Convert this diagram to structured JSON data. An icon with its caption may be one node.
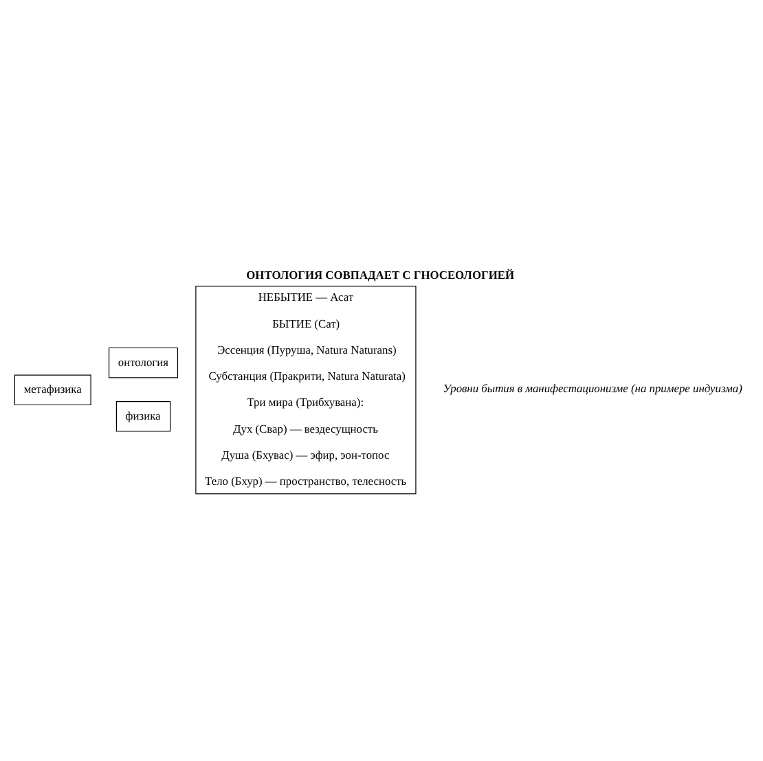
{
  "diagram": {
    "title": "ОНТОЛОГИЯ СОВПАДАЕТ С ГНОСЕОЛОГИЕЙ",
    "caption": "Уровни бытия в манифестационизме (на примере индуизма)",
    "nodes": [
      {
        "text": [
          "метафизика"
        ]
      },
      {
        "text": [
          "онтология"
        ]
      },
      {
        "text": [
          "физика"
        ]
      },
      {
        "text": [
          "НЕБЫТИЕ — Асат",
          "БЫТИЕ (Сат)",
          "Эссенция (Пуруша, Natura Naturans)",
          "Субстанция (Пракрити, Natura Naturata)",
          "Три мира (Трибхувана):",
          "Дух (Свар) — вездесущность",
          "Душа (Бхувас) — эфир, эон-топос",
          "Тело (Бхур) — пространство, телесность"
        ]
      }
    ],
    "edges": []
  }
}
